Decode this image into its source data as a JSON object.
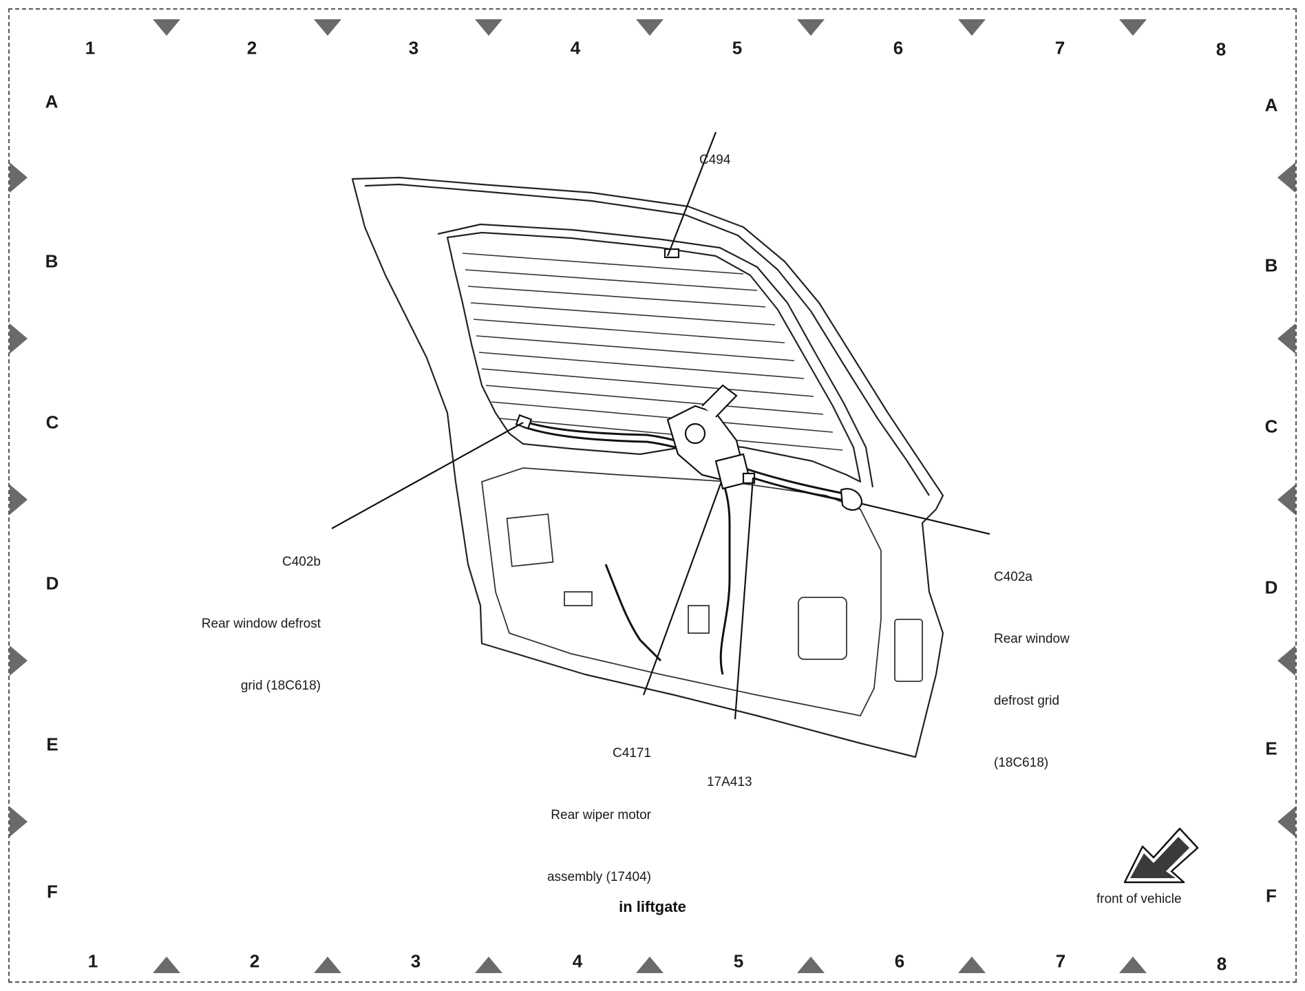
{
  "grid": {
    "columns": [
      "1",
      "2",
      "3",
      "4",
      "5",
      "6",
      "7",
      "8"
    ],
    "rows": [
      "A",
      "B",
      "C",
      "D",
      "E",
      "F"
    ]
  },
  "callouts": {
    "c494": "C494",
    "c402b": [
      "C402b",
      "Rear window defrost",
      "grid (18C618)"
    ],
    "c402a": [
      "C402a",
      "Rear window",
      "defrost grid",
      "(18C618)"
    ],
    "c4171": [
      "C4171",
      "Rear wiper motor",
      "assembly (17404)"
    ],
    "wire_17a413": "17A413"
  },
  "caption": "in liftgate",
  "orientation": {
    "label": "front of vehicle",
    "icon": "front-of-vehicle-arrow-icon"
  }
}
